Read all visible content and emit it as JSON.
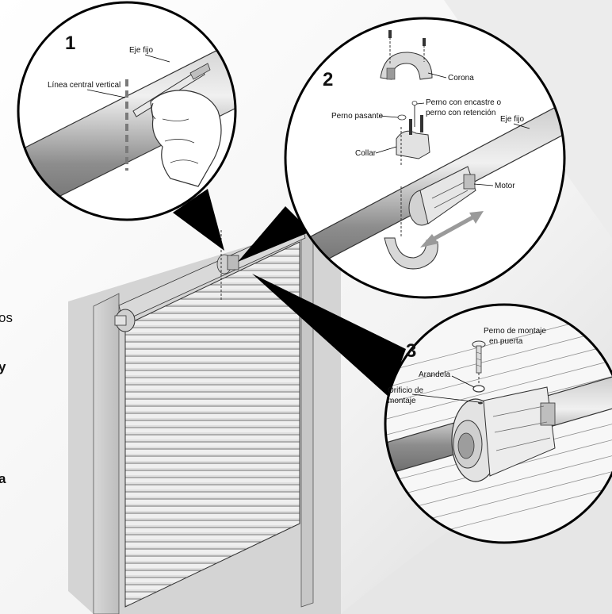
{
  "steps": [
    {
      "number": "1",
      "labels": {
        "fixed_shaft": "Eje fijo",
        "center_line": "Línea central vertical"
      }
    },
    {
      "number": "2",
      "labels": {
        "crown": "Corona",
        "through_bolt": "Perno pasante",
        "bolt_or_retention": "Perno con encastre o",
        "bolt_or_retention_2": "perno con retención",
        "fixed_shaft": "Eje fijo",
        "collar": "Collar",
        "motor": "Motor"
      }
    },
    {
      "number": "3",
      "labels": {
        "mount_bolt": "Perno de montaje",
        "mount_bolt_2": "en puerta",
        "washer": "Arandela",
        "mount_hole": "Orificio de",
        "mount_hole_2": "montaje"
      }
    }
  ],
  "clipped_text": [
    "os",
    "y",
    "a"
  ],
  "colors": {
    "shaft": "#8a8a8a",
    "door": "#e8e8e8",
    "outline": "#000000",
    "accent_arrow": "#9a9a9a"
  }
}
